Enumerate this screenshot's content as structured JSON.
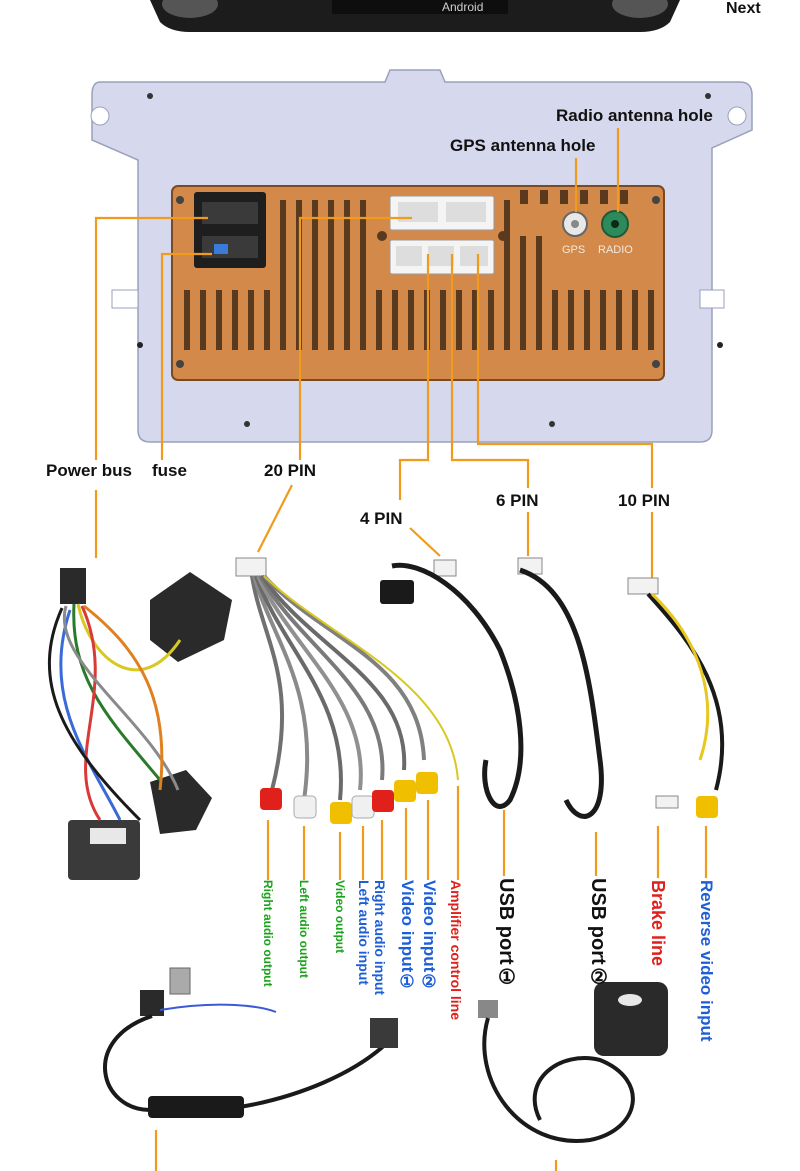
{
  "header": {
    "device_label": "Android",
    "next_label": "Next"
  },
  "unit_labels": {
    "radio_antenna_hole": "Radio antenna hole",
    "gps_antenna_hole": "GPS antenna hole",
    "gps_print": "GPS",
    "radio_print": "RADIO"
  },
  "connector_labels": {
    "power_bus": "Power bus",
    "fuse": "fuse",
    "pin20": "20 PIN",
    "pin4": "4 PIN",
    "pin6": "6 PIN",
    "pin10": "10 PIN"
  },
  "cable_labels": [
    {
      "text": "Right audio output",
      "color": "#1aa31a"
    },
    {
      "text": "Left audio output",
      "color": "#1aa31a"
    },
    {
      "text": "Video output",
      "color": "#1aa31a"
    },
    {
      "text": "Right audio input",
      "color": "#1e5fd8"
    },
    {
      "text": "Left audio input",
      "color": "#1e5fd8"
    },
    {
      "text": "Video input①",
      "color": "#1e5fd8"
    },
    {
      "text": "Video input②",
      "color": "#1e5fd8"
    },
    {
      "text": "Amplifier control line",
      "color": "#e0201a"
    },
    {
      "text": "USB port①",
      "color": "#111111"
    },
    {
      "text": "USB port②",
      "color": "#111111"
    },
    {
      "text": "Brake line",
      "color": "#e0201a"
    },
    {
      "text": "Reverse video input",
      "color": "#1e5fd8"
    }
  ],
  "colors": {
    "leader": "#f09a1e",
    "plate": "#d6d9ee",
    "connector_panel": "#d2894a"
  }
}
